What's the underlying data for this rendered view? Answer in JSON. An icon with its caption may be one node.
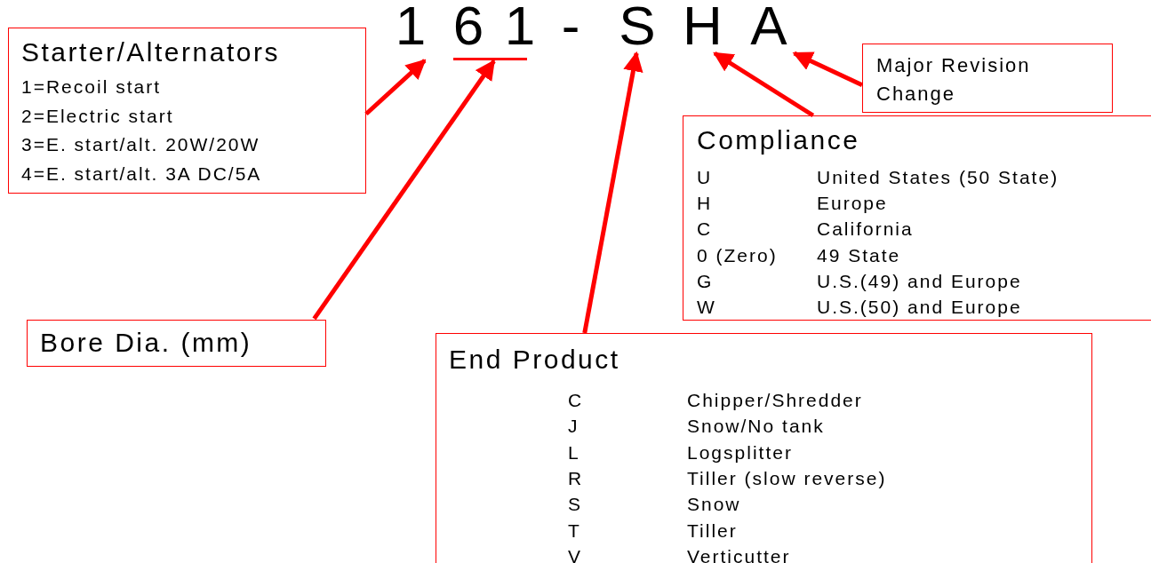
{
  "diagram": {
    "nodes": [
      {
        "text": [
          "1"
        ]
      },
      {
        "text": [
          "6"
        ]
      },
      {
        "text": [
          "1"
        ]
      },
      {
        "text": [
          "-"
        ]
      },
      {
        "text": [
          "S"
        ]
      },
      {
        "text": [
          "H"
        ]
      },
      {
        "text": [
          "A"
        ]
      },
      {
        "text": [],
        "shape": "bar"
      },
      {
        "text": [
          "Starter/Alternators",
          "1=Recoil start",
          "2=Electric start",
          "3=E. start/alt. 20W/20W",
          "4=E. start/alt. 3A DC/5A"
        ]
      },
      {
        "text": [
          "Bore Dia. (mm)"
        ]
      },
      {
        "text": [
          "End Product",
          "C",
          "Chipper/Shredder",
          "J",
          "Snow/No tank",
          "L",
          "Logsplitter",
          "R",
          "Tiller (slow reverse)",
          "S",
          "Snow",
          "T",
          "Tiller",
          "V",
          "Verticutter"
        ]
      },
      {
        "text": [
          "Compliance",
          "U",
          "United States (50 State)",
          "H",
          "Europe",
          "C",
          "California",
          "0 (Zero)",
          "49 State",
          "G",
          "U.S.(49) and Europe",
          "W",
          "U.S.(50) and Europe"
        ]
      },
      {
        "text": [
          "Major Revision Change"
        ]
      }
    ],
    "edges": [
      {
        "from": 8,
        "to": 0,
        "arrow": "to"
      },
      {
        "from": 9,
        "to": 7,
        "arrow": "to"
      },
      {
        "from": 10,
        "to": 4,
        "arrow": "to"
      },
      {
        "from": 11,
        "to": 5,
        "arrow": "to"
      },
      {
        "from": 12,
        "to": 6,
        "arrow": "to"
      }
    ]
  }
}
